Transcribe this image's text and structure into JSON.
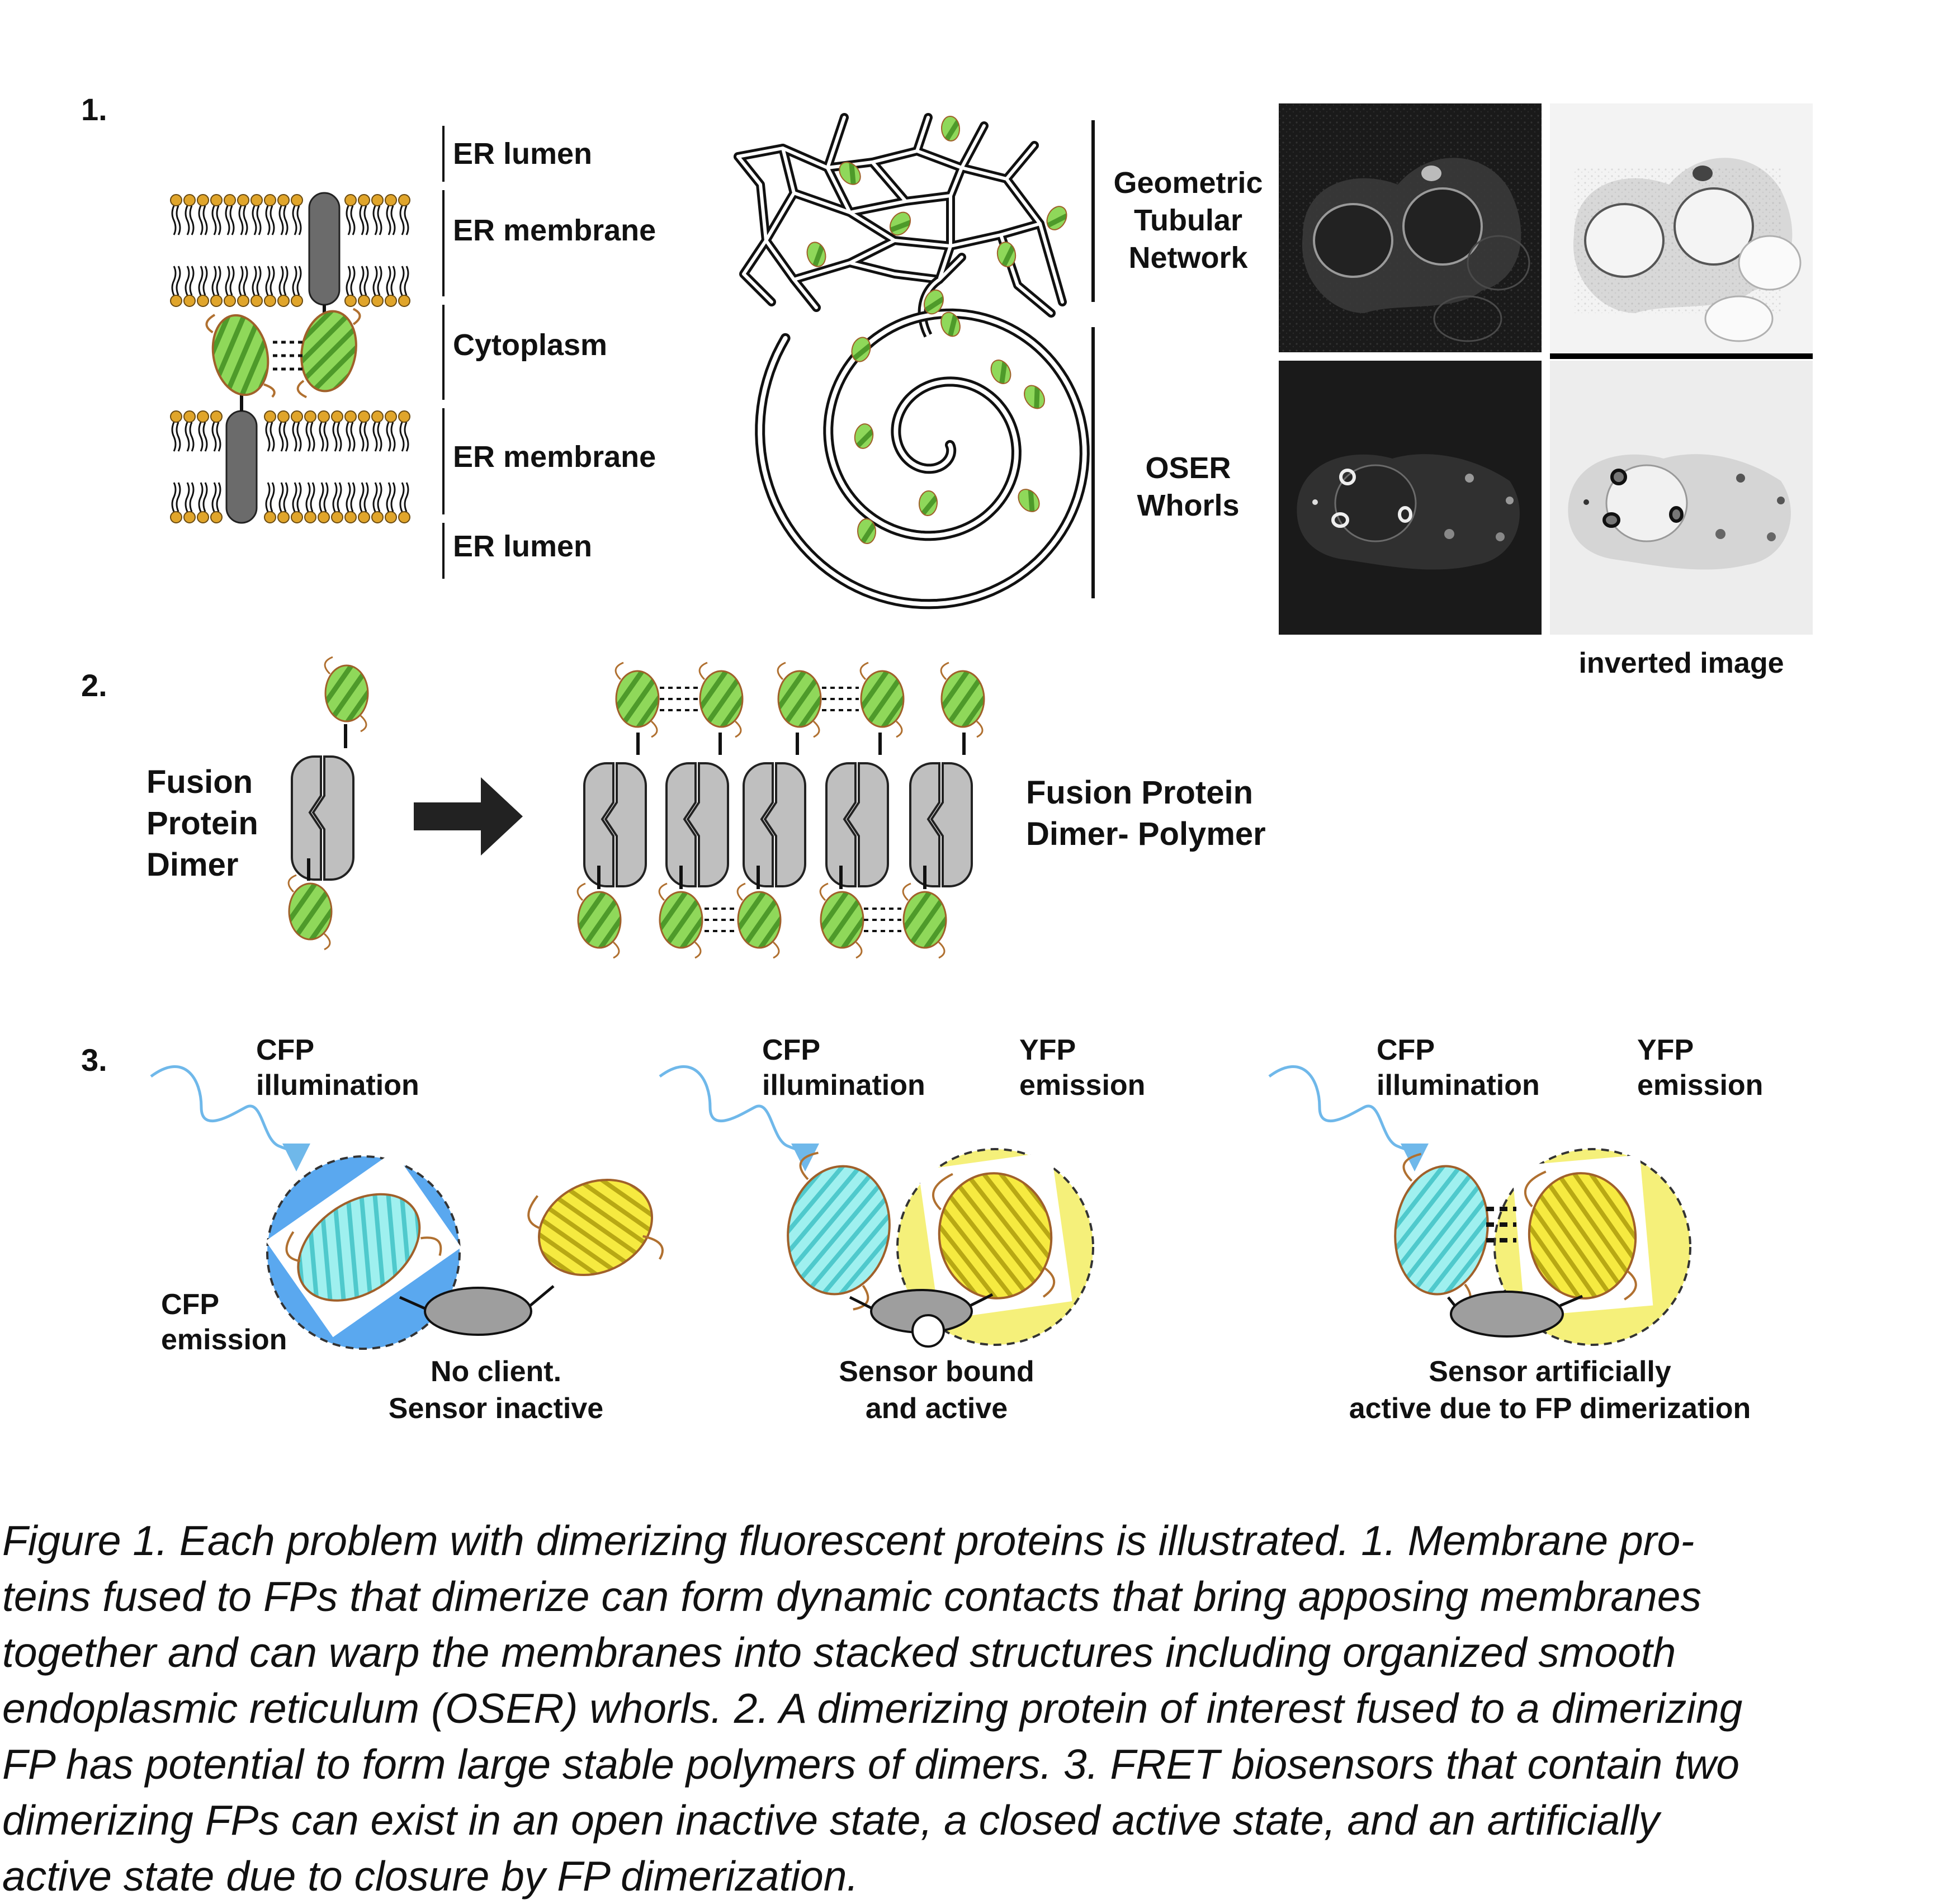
{
  "panel1": {
    "number": "1.",
    "layers": [
      "ER lumen",
      "ER membrane",
      "Cytoplasm",
      "ER membrane",
      "ER lumen"
    ],
    "network_label": [
      "Geometric",
      "Tubular",
      "Network"
    ],
    "whorl_label": [
      "OSER",
      "Whorls"
    ],
    "inverted_caption": "inverted image"
  },
  "panel2": {
    "number": "2.",
    "left_label": [
      "Fusion",
      "Protein",
      "Dimer"
    ],
    "right_label": [
      "Fusion Protein",
      "Dimer- Polymer"
    ]
  },
  "panel3": {
    "number": "3.",
    "state1": {
      "illumination": [
        "CFP",
        "illumination"
      ],
      "emission": [
        "CFP",
        "emission"
      ],
      "caption": [
        "No client.",
        "Sensor inactive"
      ]
    },
    "state2": {
      "illumination": [
        "CFP",
        "illumination"
      ],
      "emission": [
        "YFP",
        "emission"
      ],
      "caption": [
        "Sensor bound",
        "and active"
      ]
    },
    "state3": {
      "illumination": [
        "CFP",
        "illumination"
      ],
      "emission": [
        "YFP",
        "emission"
      ],
      "caption": [
        "Sensor artificially",
        "active due to FP dimerization"
      ]
    }
  },
  "colors": {
    "lipid_head": "#e0a52b",
    "transmembrane": "#6b6b6b",
    "fp_green": "#7ac943",
    "cfp_cyan": "#7fe6e8",
    "yfp_yellow": "#f2e53a",
    "cfp_glow": "#5aa8ef",
    "yfp_glow": "#f5f07a",
    "sensor_gray": "#9e9e9e",
    "illum_wave": "#6fb8ea"
  },
  "caption": {
    "lines": [
      "Figure 1. Each problem with dimerizing fluorescent proteins is illustrated. 1. Membrane pro-",
      "teins fused to FPs that dimerize can form dynamic contacts that bring apposing membranes",
      "together and can warp the membranes into stacked structures including organized smooth",
      "endoplasmic reticulum (OSER) whorls. 2. A dimerizing protein of interest fused to a dimerizing",
      "FP has potential to form large stable polymers of dimers. 3. FRET biosensors that contain two",
      "dimerizing FPs can exist in an open inactive state, a closed active state, and an artificially",
      "active state due to closure by FP dimerization."
    ]
  }
}
